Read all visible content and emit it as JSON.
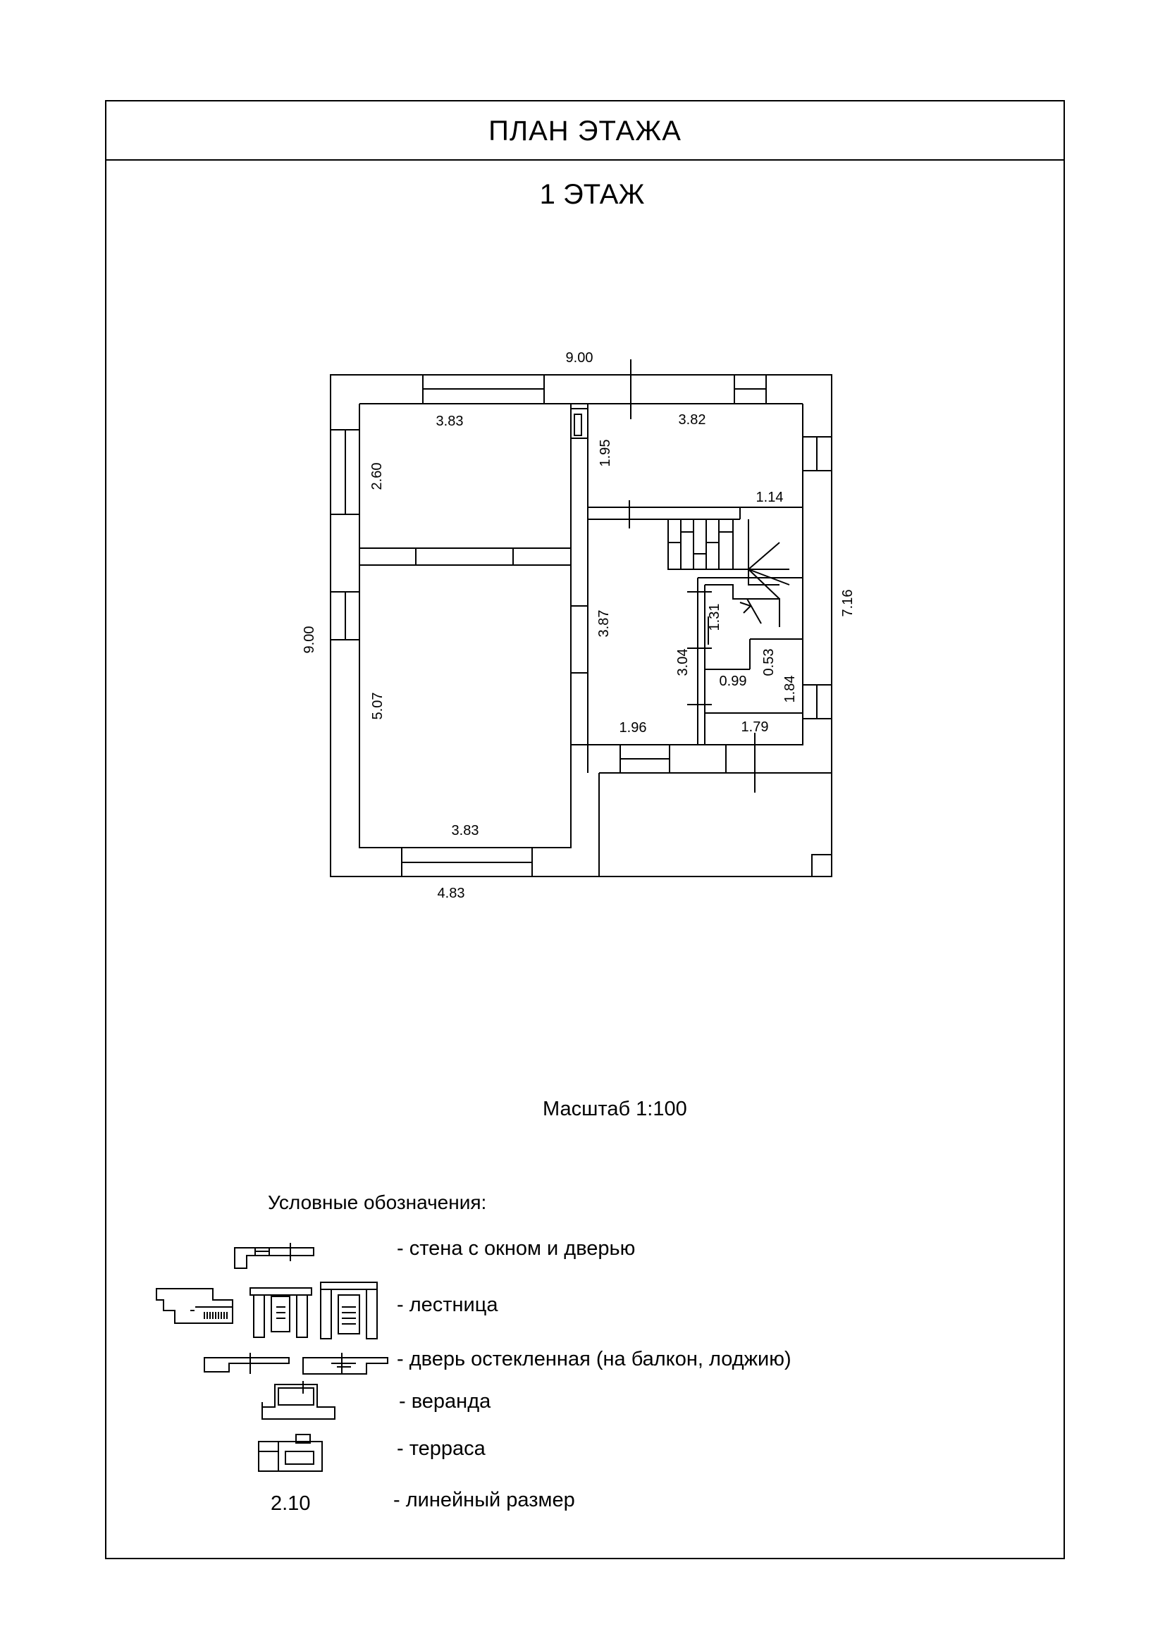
{
  "header": {
    "sheet_title": "ПЛАН ЭТАЖА",
    "floor_title": "1 ЭТАЖ"
  },
  "dimensions": {
    "outer_top": "9.00",
    "outer_left": "9.00",
    "outer_right": "7.16",
    "bottom": "4.83",
    "room_top_left_width": "3.83",
    "room_top_left_height": "2.60",
    "room_top_right_width": "3.82",
    "room_top_right_height": "1.95",
    "stair_width": "1.14",
    "hall_height": "3.87",
    "hall_width": "1.96",
    "stair_landing": "1.31",
    "corridor": "3.04",
    "bath_width": "0.99",
    "bath_depth": "0.53",
    "bath2_height": "1.84",
    "bath2_width": "1.79",
    "big_room_height": "5.07",
    "big_room_width": "3.83"
  },
  "scale_label": "Масштаб 1:100",
  "legend": {
    "title": "Условные обозначения:",
    "items": [
      {
        "icon": "wall-window-door-icon",
        "label": "- стена с окном  и дверью"
      },
      {
        "icon": "stairs-icon",
        "label": "- лестница"
      },
      {
        "icon": "glazed-door-icon",
        "label": "- дверь остекленная (на балкон, лоджию)"
      },
      {
        "icon": "veranda-icon",
        "label": "- веранда"
      },
      {
        "icon": "terrace-icon",
        "label": "- терраса"
      },
      {
        "icon": "linear-dimension-icon",
        "label": "- линейный размер"
      }
    ],
    "dimension_sample": "2.10"
  }
}
